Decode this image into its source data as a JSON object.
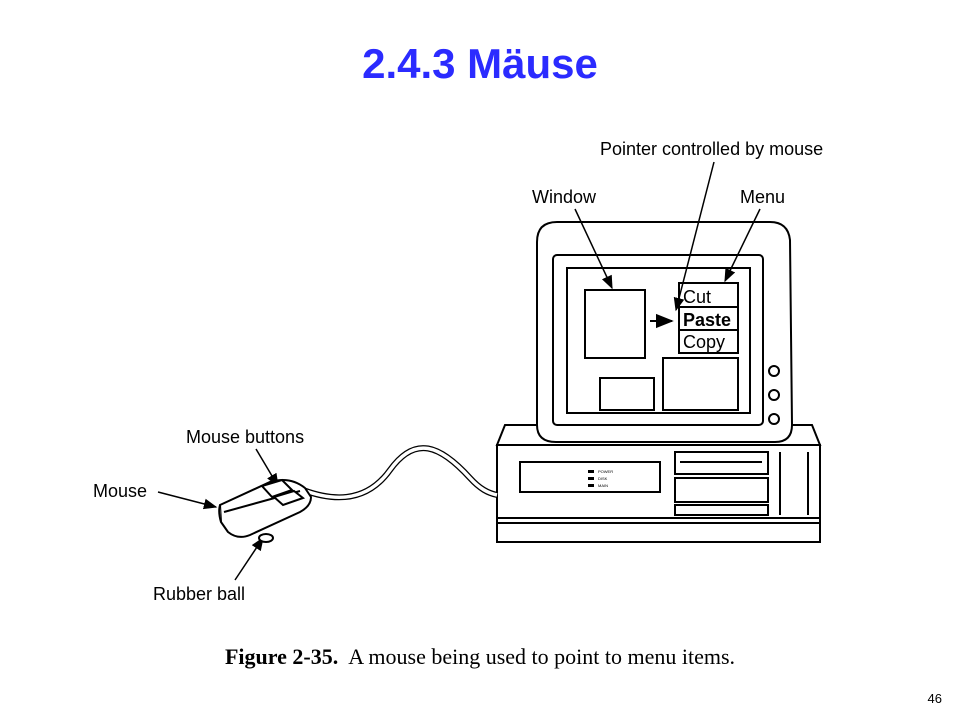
{
  "slide": {
    "title": "2.4.3  Mäuse",
    "page_number": "46"
  },
  "diagram": {
    "labels": {
      "pointer": "Pointer controlled by mouse",
      "window": "Window",
      "menu": "Menu",
      "mouse_buttons": "Mouse buttons",
      "mouse": "Mouse",
      "rubber_ball": "Rubber ball"
    },
    "menu_items": [
      "Cut",
      "Paste",
      "Copy"
    ],
    "led_labels": [
      "POWER",
      "DISK",
      "MAIN"
    ]
  },
  "caption": {
    "figure": "Figure 2-35.",
    "text": "A mouse being used to point to menu items."
  }
}
